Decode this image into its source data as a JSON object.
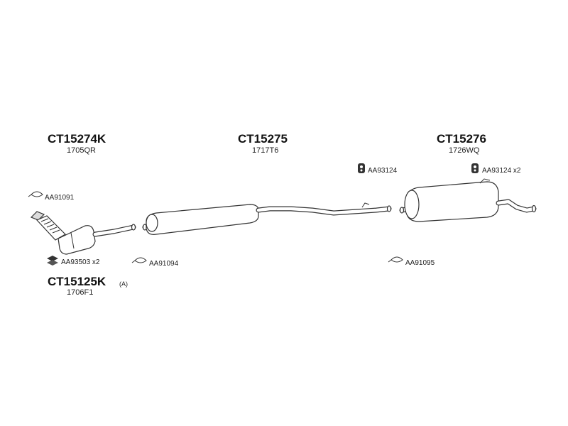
{
  "parts": {
    "front_pipe": {
      "code": "CT15274K",
      "ref": "1705QR"
    },
    "middle_silencer": {
      "code": "CT15275",
      "ref": "1717T6"
    },
    "rear_silencer": {
      "code": "CT15276",
      "ref": "1726WQ"
    },
    "catalyst": {
      "code": "CT15125K",
      "suffix": "(A)",
      "ref": "1706F1"
    }
  },
  "accessories": {
    "clamp_front": "AA91091",
    "gasket_cat": "AA93503 x2",
    "clamp_mid": "AA91094",
    "hanger_mid": "AA93124",
    "hanger_rear": "AA93124 x2",
    "clamp_rear": "AA91095"
  },
  "icons": {
    "clamp": "clamp-icon",
    "hanger": "rubber-hanger-icon",
    "gasket": "gasket-icon"
  }
}
